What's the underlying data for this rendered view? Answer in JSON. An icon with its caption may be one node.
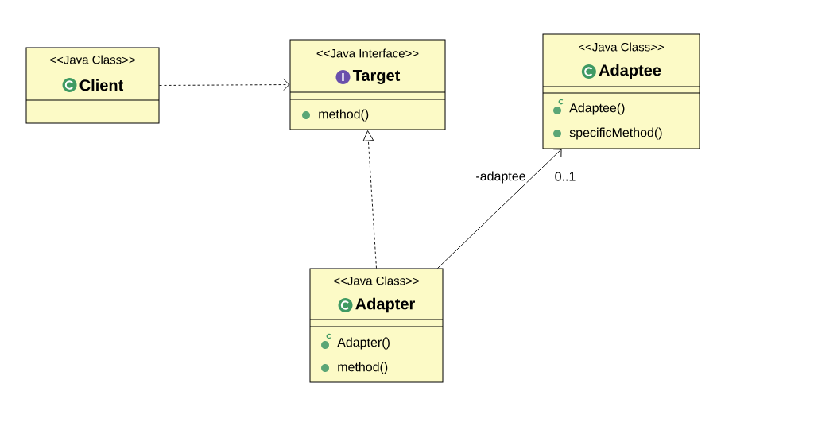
{
  "diagram": {
    "nodes": [
      {
        "text": [
          "<<Java Class>>",
          "Client"
        ]
      },
      {
        "text": [
          "<<Java Interface>>",
          "Target",
          "method()"
        ]
      },
      {
        "text": [
          "<<Java Class>>",
          "Adaptee",
          "Adaptee()",
          "specificMethod()"
        ]
      },
      {
        "text": [
          "<<Java Class>>",
          "Adapter",
          "Adapter()",
          "method()"
        ]
      }
    ],
    "edges": [
      {
        "from": 0,
        "to": 1,
        "arrow": "to",
        "style": "dashed"
      },
      {
        "from": 3,
        "to": 1,
        "arrow": "to",
        "style": "dashed"
      },
      {
        "from": 3,
        "to": 2,
        "arrow": "to",
        "label": "-adaptee"
      }
    ],
    "labels": [
      "0..1"
    ]
  }
}
